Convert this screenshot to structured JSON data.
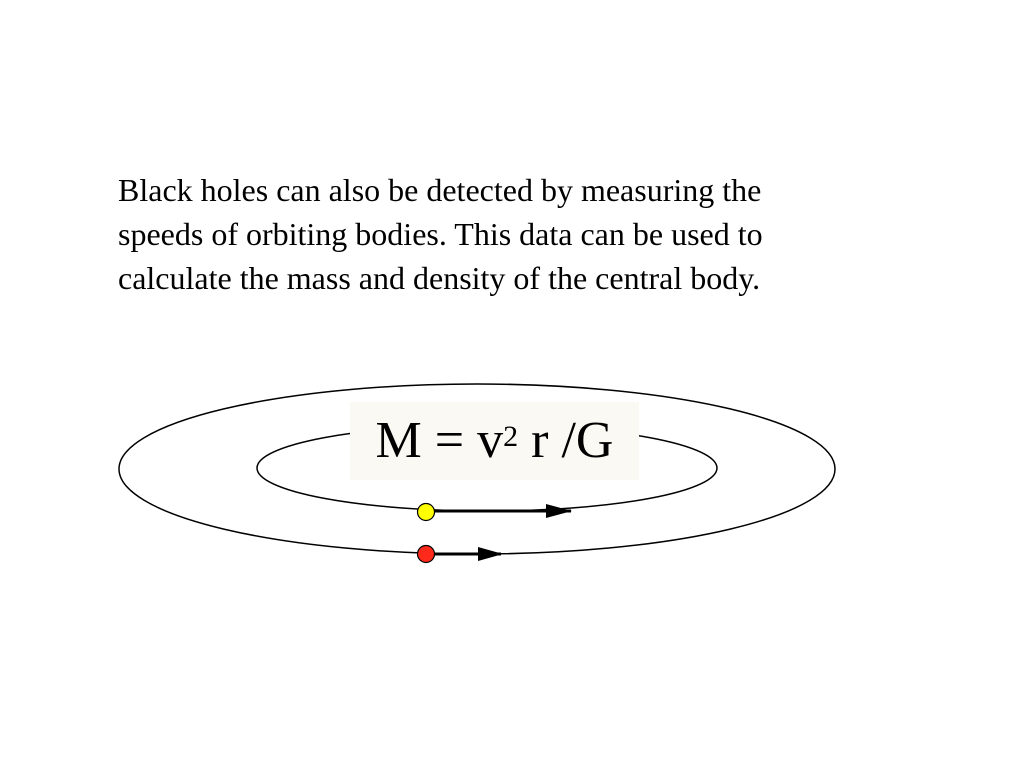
{
  "slide": {
    "text": "Black holes can also be detected by measuring the\nspeeds of orbiting bodies. This data can be used to\ncalculate the mass and density of the central body."
  },
  "formula": {
    "lhs": "M",
    "equals": "=",
    "v": "v",
    "exponent": "2",
    "r": "r",
    "over_g": "/G"
  },
  "colors": {
    "inner_body": "#ffff00",
    "outer_body": "#ff2a1a",
    "line": "#000000",
    "formula_bg": "#fbf9f3"
  },
  "diagram": {
    "orbits": [
      "outer-orbit",
      "inner-orbit"
    ],
    "bodies": [
      {
        "name": "inner-orbiting-body",
        "color": "#ffff00",
        "velocity_arrow": "long"
      },
      {
        "name": "outer-orbiting-body",
        "color": "#ff2a1a",
        "velocity_arrow": "short"
      }
    ]
  }
}
